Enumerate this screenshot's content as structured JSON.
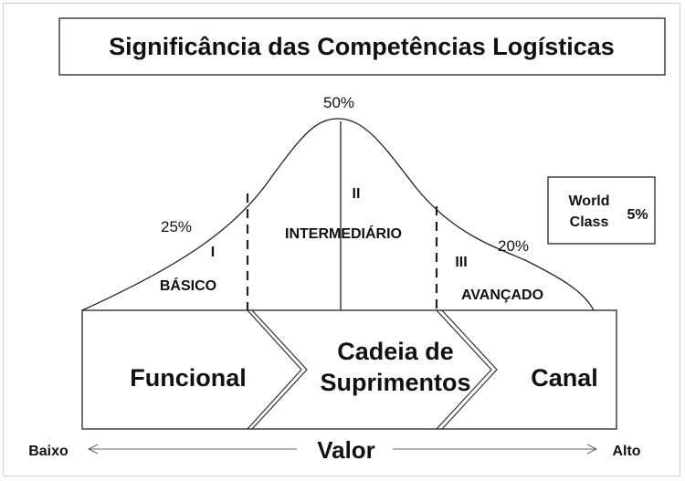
{
  "title": "Significância das Competências Logísticas",
  "curve": {
    "peak_percent": "50%",
    "left_percent": "25%",
    "right_percent": "20%"
  },
  "levels": [
    {
      "numeral": "I",
      "label": "BÁSICO"
    },
    {
      "numeral": "II",
      "label": "INTERMEDIÁRIO"
    },
    {
      "numeral": "III",
      "label": "AVANÇADO"
    }
  ],
  "world_class": {
    "line1": "World",
    "line2": "Class",
    "percent": "5%"
  },
  "stages": [
    {
      "label": "Funcional"
    },
    {
      "line1": "Cadeia de",
      "line2": "Suprimentos"
    },
    {
      "label": "Canal"
    }
  ],
  "axis": {
    "low": "Baixo",
    "title": "Valor",
    "high": "Alto"
  }
}
